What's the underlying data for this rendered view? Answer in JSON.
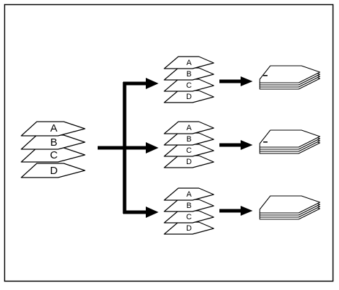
{
  "colors": {
    "line": "#000000",
    "paper": "#ffffff",
    "background": "#ffffff"
  },
  "source_set": {
    "pages": [
      "A",
      "B",
      "C",
      "D"
    ]
  },
  "copies": [
    {
      "pages": [
        "A",
        "B",
        "C",
        "D"
      ]
    },
    {
      "pages": [
        "A",
        "B",
        "C",
        "D"
      ]
    },
    {
      "pages": [
        "A",
        "B",
        "C",
        "D"
      ]
    }
  ]
}
